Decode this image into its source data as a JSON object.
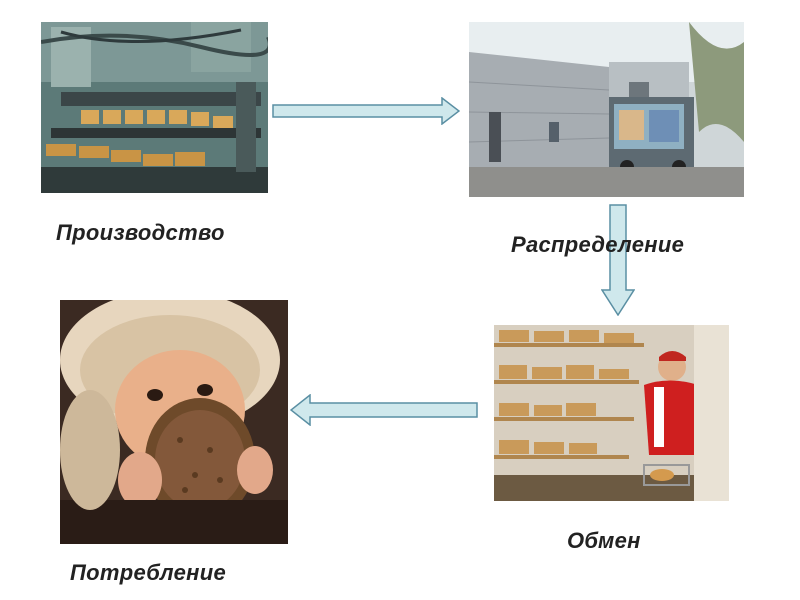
{
  "stages": {
    "production": {
      "label": "Производство",
      "image": "bakery-production-line-photo"
    },
    "distribution": {
      "label": "Распределение",
      "image": "bread-delivery-truck-photo"
    },
    "exchange": {
      "label": "Обмен",
      "image": "supermarket-bread-shelf-photo"
    },
    "consumption": {
      "label": "Потребление",
      "image": "child-eating-bread-photo"
    }
  },
  "arrows": {
    "production_to_distribution": {
      "icon": "arrow-right-icon"
    },
    "distribution_to_exchange": {
      "icon": "arrow-down-icon"
    },
    "exchange_to_consumption": {
      "icon": "arrow-left-icon"
    }
  },
  "colors": {
    "arrow_fill": "#cfe8ec",
    "arrow_stroke": "#5a8fa3",
    "caption_text": "#222222",
    "background": "#ffffff"
  }
}
